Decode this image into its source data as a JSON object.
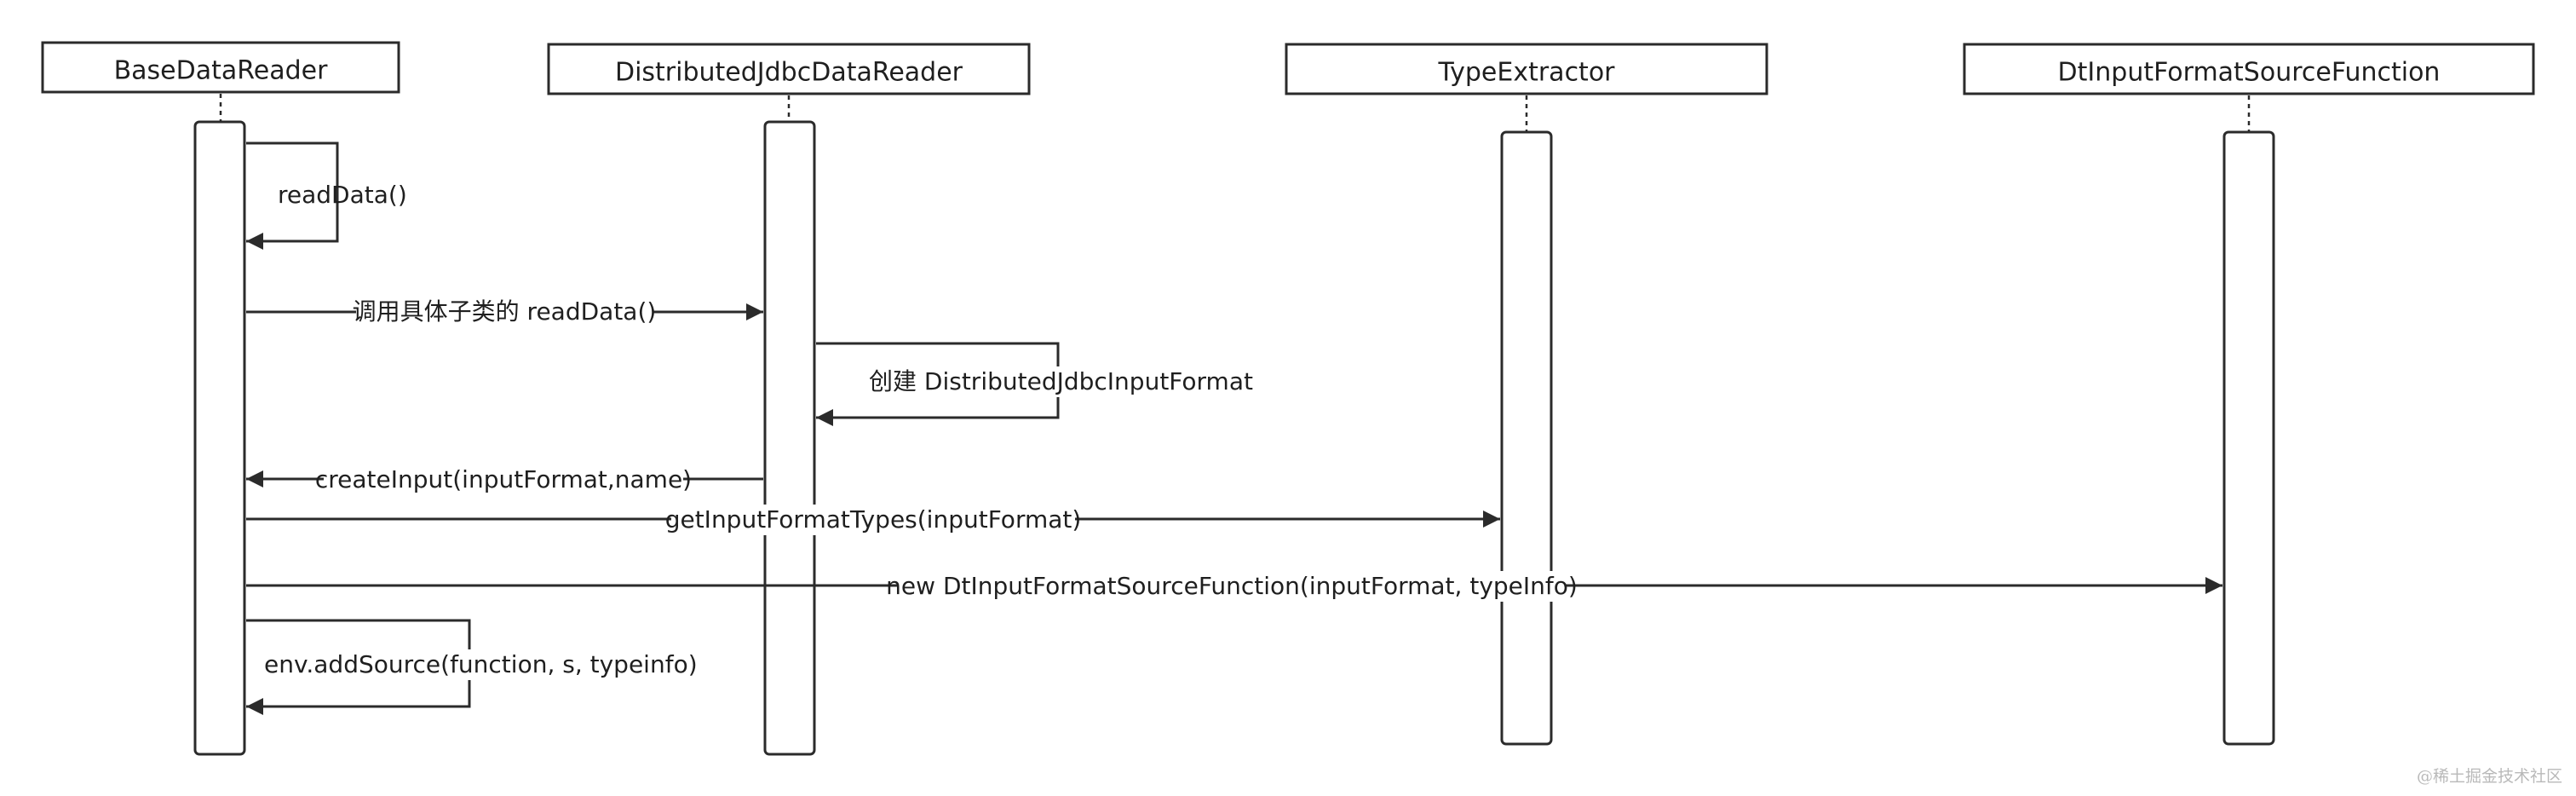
{
  "participants": [
    {
      "id": "base",
      "name": "BaseDataReader"
    },
    {
      "id": "dist",
      "name": "DistributedJdbcDataReader"
    },
    {
      "id": "type",
      "name": "TypeExtractor"
    },
    {
      "id": "dtin",
      "name": "DtInputFormatSourceFunction"
    }
  ],
  "messages": [
    {
      "id": "m1",
      "from": "base",
      "to": "base",
      "label": "readData()"
    },
    {
      "id": "m2",
      "from": "base",
      "to": "dist",
      "label": "调用具体子类的 readData()"
    },
    {
      "id": "m3",
      "from": "dist",
      "to": "dist",
      "label": "创建 DistributedJdbcInputFormat"
    },
    {
      "id": "m4",
      "from": "dist",
      "to": "base",
      "label": "createInput(inputFormat,name)"
    },
    {
      "id": "m5",
      "from": "base",
      "to": "type",
      "label": "getInputFormatTypes(inputFormat)"
    },
    {
      "id": "m6",
      "from": "base",
      "to": "dtin",
      "label": "new DtInputFormatSourceFunction(inputFormat, typeInfo)"
    },
    {
      "id": "m7",
      "from": "base",
      "to": "base",
      "label": "env.addSource(function, s, typeinfo)"
    }
  ],
  "watermark": "@稀土掘金技术社区"
}
